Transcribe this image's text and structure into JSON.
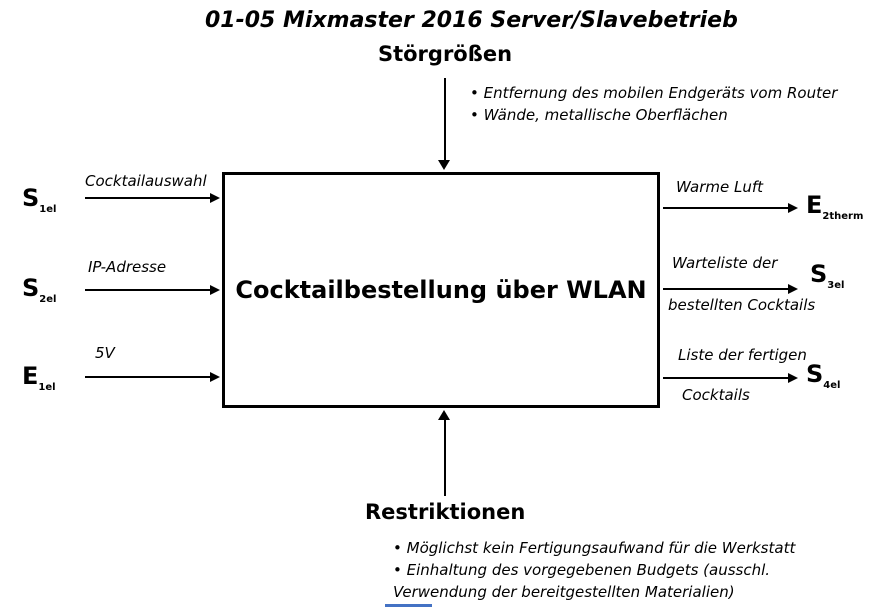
{
  "title": "01-05 Mixmaster 2016 Server/Slavebetrieb",
  "system": {
    "label": "Cocktailbestellung über WLAN"
  },
  "disturbances": {
    "heading": "Störgrößen",
    "items": [
      "Entfernung des mobilen Endgeräts vom Router",
      "Wände, metallische Oberflächen"
    ]
  },
  "restrictions": {
    "heading": "Restriktionen",
    "items": [
      "Möglichst kein Fertigungsaufwand für die Werkstatt",
      "Einhaltung des vorgegebenen Budgets (ausschl. Verwendung der bereitgestellten Materialien)"
    ]
  },
  "inputs": [
    {
      "symbol": "S",
      "subscript": "1el",
      "label": "Cocktailauswahl"
    },
    {
      "symbol": "S",
      "subscript": "2el",
      "label": "IP-Adresse"
    },
    {
      "symbol": "E",
      "subscript": "1el",
      "label": "5V"
    }
  ],
  "outputs": [
    {
      "symbol": "E",
      "subscript": "2therm",
      "lines": [
        "Warme Luft"
      ]
    },
    {
      "symbol": "S",
      "subscript": "3el",
      "lines": [
        "Warteliste der",
        "bestellten Cocktails"
      ]
    },
    {
      "symbol": "S",
      "subscript": "4el",
      "lines": [
        "Liste der fertigen",
        "Cocktails"
      ]
    }
  ],
  "colors": {
    "diagram_line": "#000000",
    "background": "#ffffff",
    "bottom_artifact": "#4472c4"
  }
}
